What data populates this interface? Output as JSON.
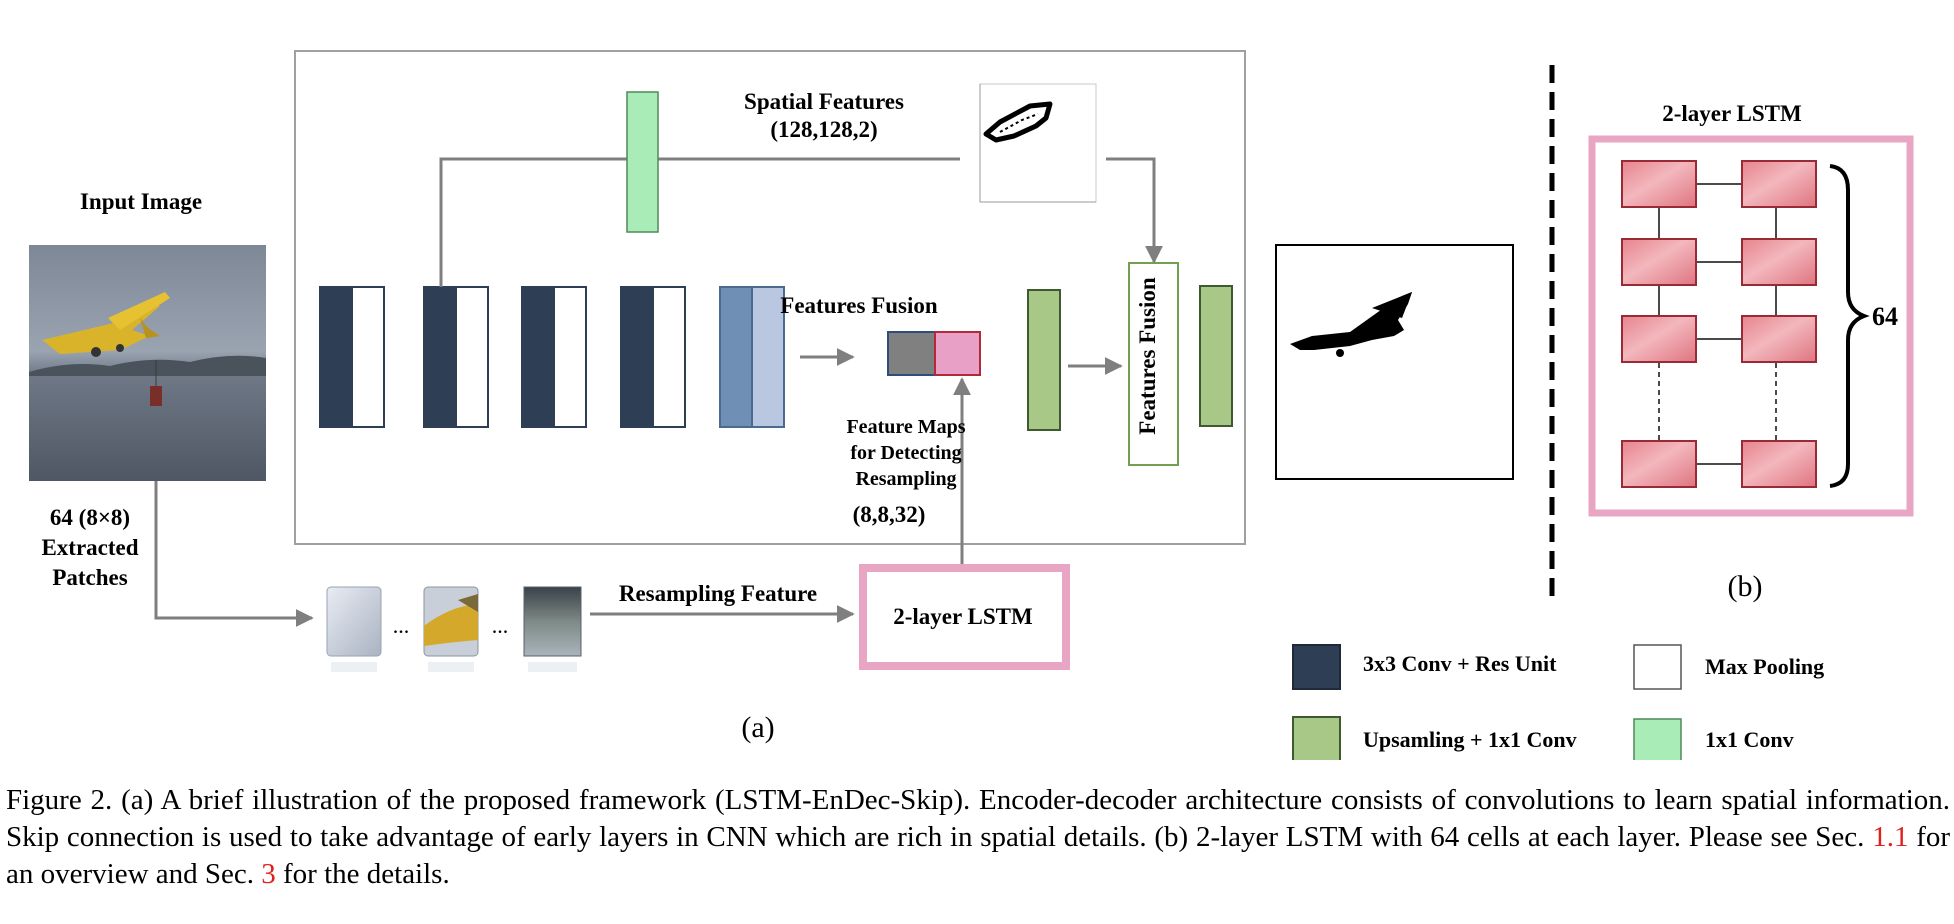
{
  "input": {
    "title": "Input Image",
    "patches_label": [
      "64 (8×8)",
      "Extracted",
      "Patches"
    ]
  },
  "spatial": {
    "title": "Spatial Features",
    "dims": "(128,128,2)"
  },
  "fusion_top": "Features Fusion",
  "fusion_vertical": "Features Fusion",
  "feature_maps": [
    "Feature Maps",
    "for Detecting",
    "Resampling"
  ],
  "feature_maps_dims": "(8,8,32)",
  "resampling_feature": "Resampling Feature",
  "patch_ellipsis": "...",
  "lstm_small": "2-layer LSTM",
  "label_a": "(a)",
  "label_b": "(b)",
  "lstm_panel": {
    "title": "2-layer LSTM",
    "cells": "64"
  },
  "legend": [
    {
      "label": "3x3 Conv + Res Unit",
      "color": "#2e3e55"
    },
    {
      "label": "Max Pooling",
      "color": "#ffffff"
    },
    {
      "label": "Upsamling + 1x1 Conv",
      "color": "#a8c888"
    },
    {
      "label": "1x1 Conv",
      "color": "#a9ecb7"
    }
  ],
  "colors": {
    "encoder_dark": "#2e3e55",
    "encoder_blue": "#6f8fb4",
    "encoder_light_blue": "#b9c7e0",
    "upsample_green": "#a8c888",
    "conv_green": "#a9ecb7",
    "lstm_pink": "#e9a5c4",
    "lstm_cell": "#e07c86",
    "fusion_gray": "#808080",
    "fusion_pink": "#e9a0c6",
    "arrow": "#7f7f7f",
    "caption_ref": "#e0201b"
  },
  "caption": {
    "text1": "Figure 2. (a) A brief illustration of the proposed framework (LSTM-EnDec-Skip). Encoder-decoder architecture consists of convolutions to learn spatial information. Skip connection is used to take advantage of early layers in CNN which are rich in spatial details. (b) 2-layer LSTM with 64 cells at each layer. Please see Sec.",
    "ref1": "1.1",
    "text2": "for an overview and Sec.",
    "ref2": "3",
    "text3": "for the details."
  }
}
